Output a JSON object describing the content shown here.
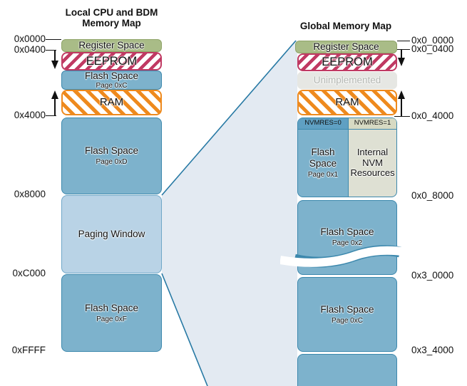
{
  "left_map": {
    "title_line1": "Local CPU and BDM",
    "title_line2": "Memory Map",
    "addresses": [
      "0x0000",
      "0x0400",
      "0x4000",
      "0x8000",
      "0xC000",
      "0xFFFF"
    ],
    "register_label": "Register Space",
    "eeprom_label": "EEPROM",
    "flash_c": {
      "label": "Flash Space",
      "page": "Page 0xC"
    },
    "ram_label": "RAM",
    "flash_d": {
      "label": "Flash Space",
      "page": "Page 0xD"
    },
    "paging_label": "Paging Window",
    "flash_f": {
      "label": "Flash Space",
      "page": "Page 0xF"
    }
  },
  "right_map": {
    "title": "Global Memory Map",
    "addresses": [
      "0x0_0000",
      "0x0_0400",
      "0x0_4000",
      "0x0_8000",
      "0x3_0000",
      "0x3_4000"
    ],
    "register_label": "Register Space",
    "eeprom_label": "EEPROM",
    "unimplemented_label": "Unimplemented",
    "ram_label": "RAM",
    "nvm0": {
      "header": "NVMRES=0",
      "label": "Flash Space",
      "page": "Page 0x1"
    },
    "nvm1": {
      "header": "NVMRES=1",
      "label": "Internal NVM Resources"
    },
    "flash_2": {
      "label": "Flash Space",
      "page": "Page 0x2"
    },
    "flash_c": {
      "label": "Flash Space",
      "page": "Page 0xC"
    }
  },
  "colors": {
    "text": "#111111",
    "flash_bg": "#7db2cc",
    "flash_border": "#3c88ad",
    "paging_bg": "#b9d3e6",
    "paging_border": "#6fa7c8",
    "register_bg": "#a9bc87",
    "register_border": "#8fa468",
    "eeprom_hatch": "#c03a63",
    "ram_hatch": "#ee8a1e",
    "unimpl_bg": "#e6e7e3",
    "unimpl_text": "#b3b6b1",
    "nvm0_header_bg": "#5fa0c3",
    "nvm1_header_bg": "#d7dac3",
    "nvm1_body_bg": "#dee0d3",
    "funnel_fill": "#e3eaf2",
    "funnel_line": "#2779a4"
  }
}
